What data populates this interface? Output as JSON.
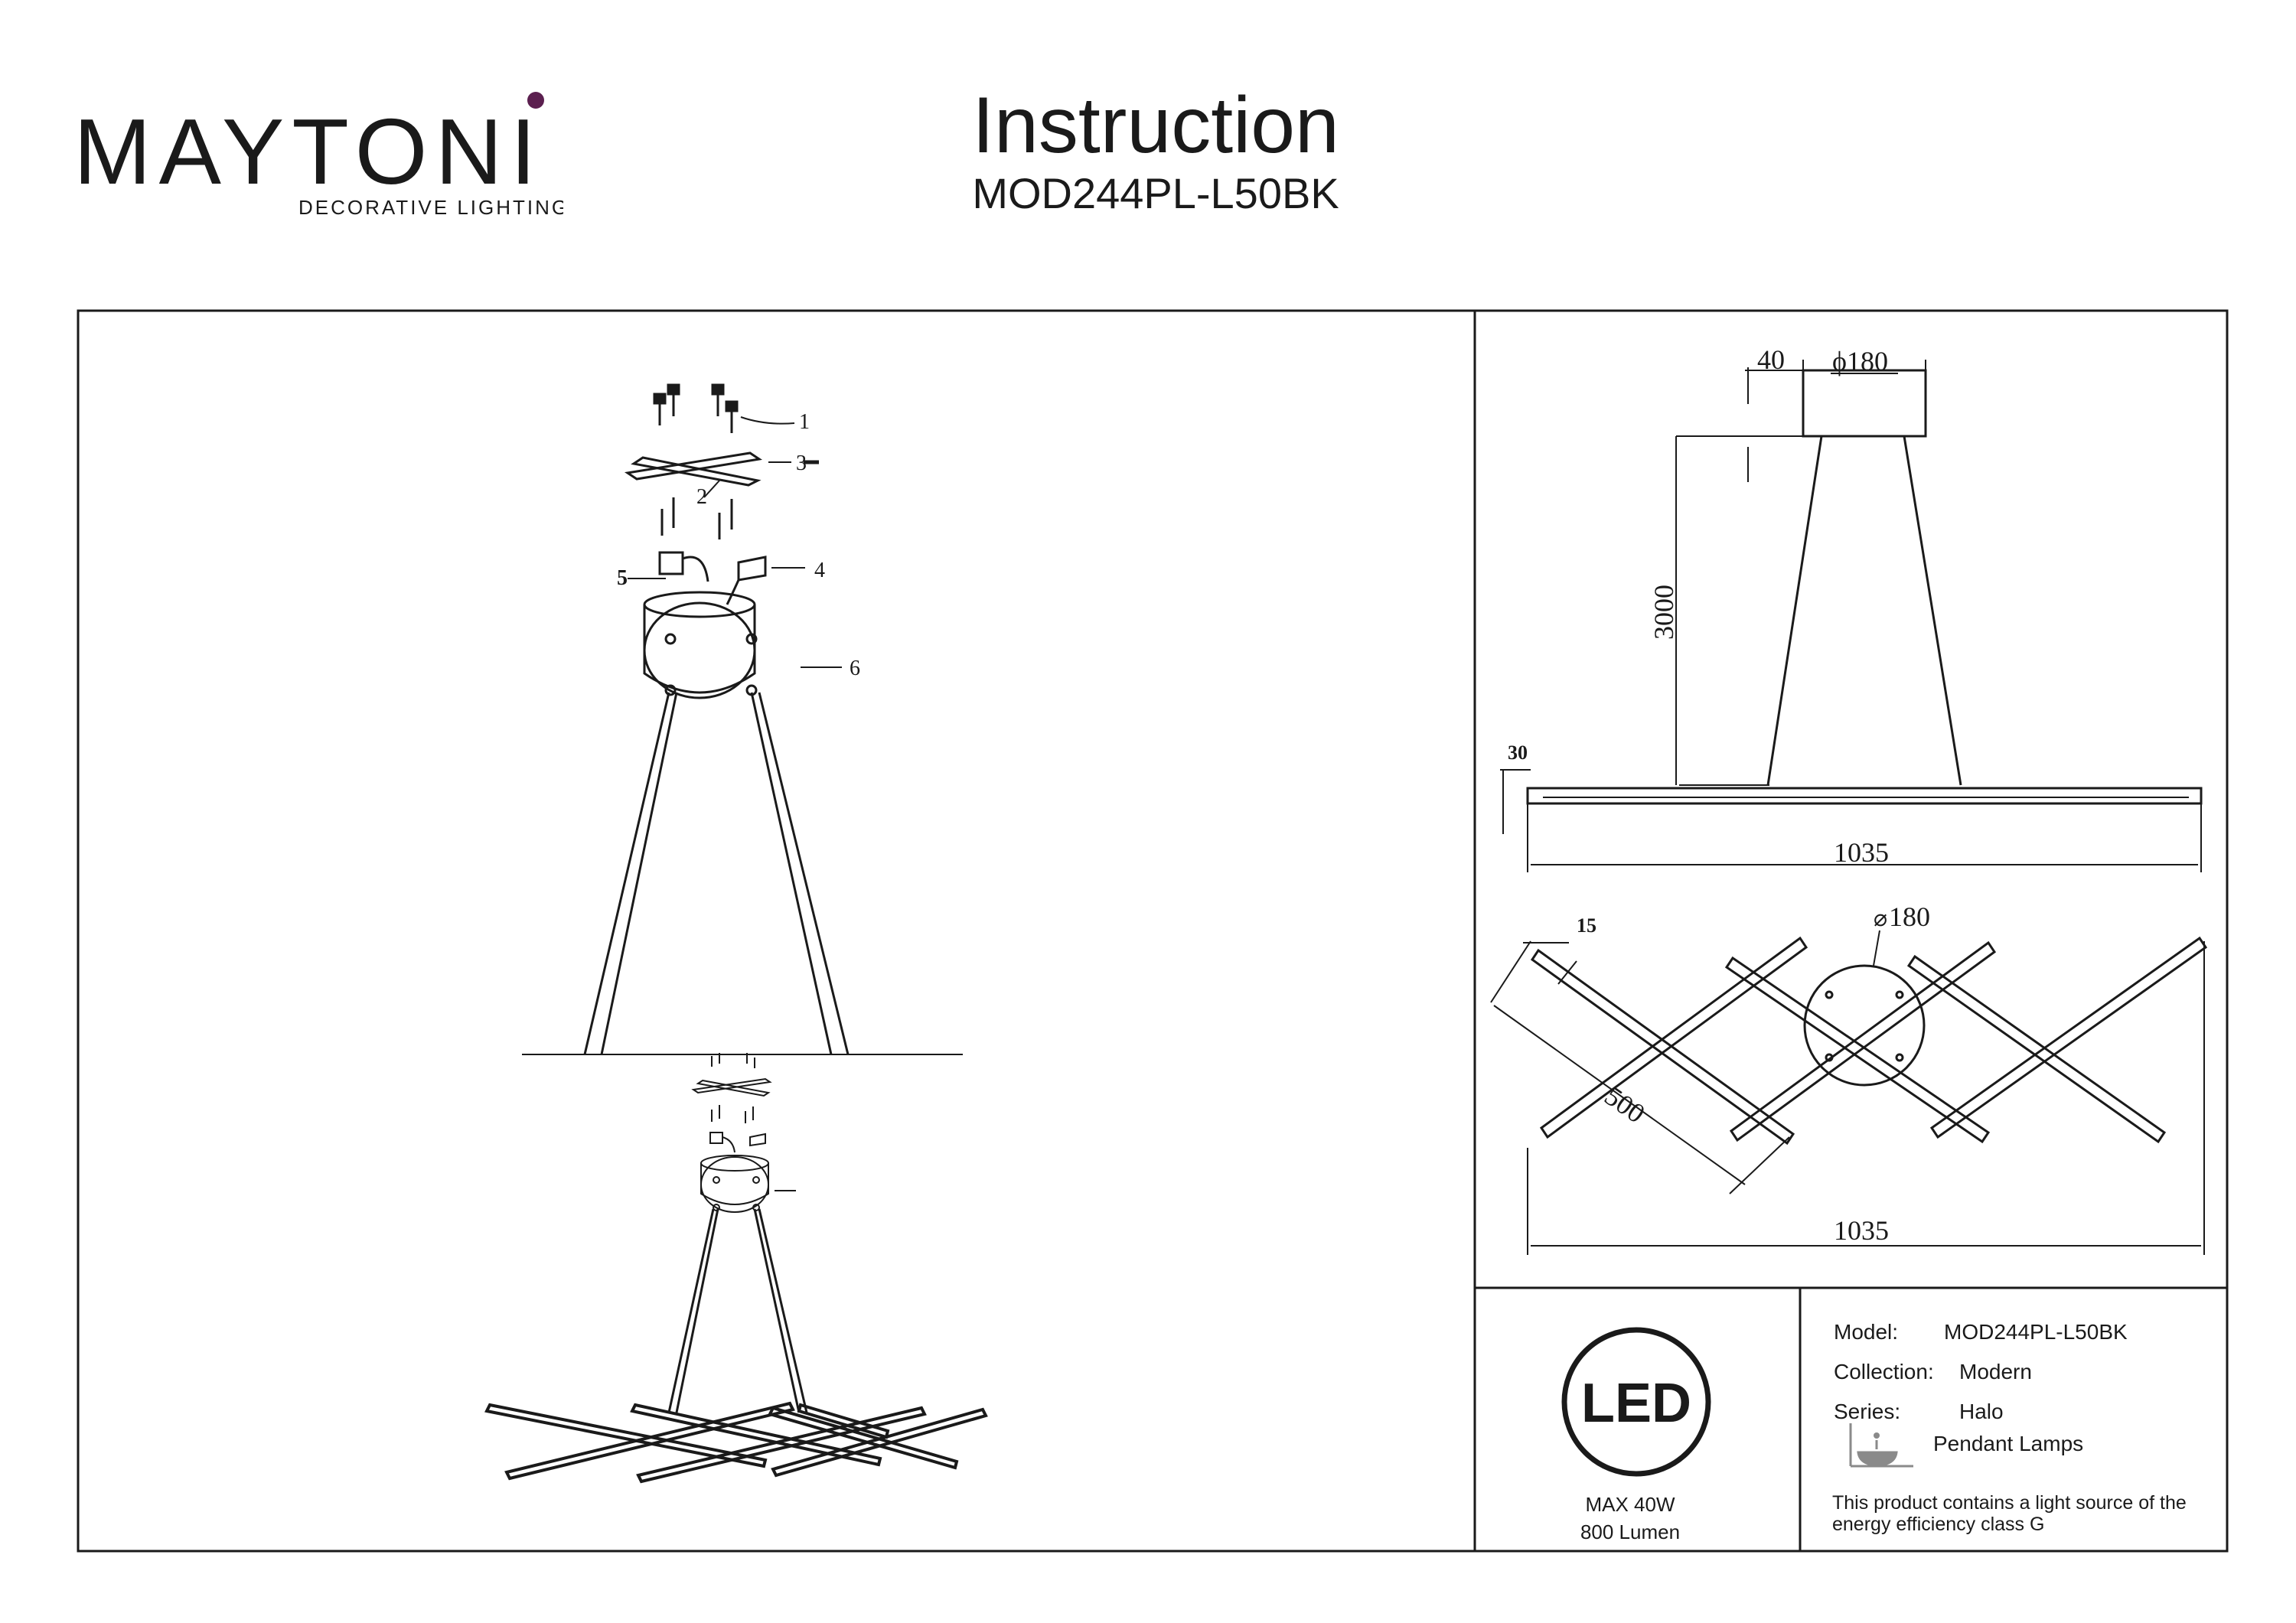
{
  "header": {
    "brand": "MAYTONI",
    "brand_tagline": "DECORATIVE LIGHTING",
    "title": "Instruction",
    "model_code": "MOD244PL-L50BK"
  },
  "assembly": {
    "callouts": [
      "1",
      "2",
      "3",
      "4",
      "5",
      "6"
    ]
  },
  "dimensions": {
    "canopy_height": "40",
    "canopy_diameter": "ϕ180",
    "cable_length": "3000",
    "bar_height": "30",
    "width_side": "1035",
    "bar_width": "15",
    "bar_length": "500",
    "canopy_diameter_top": "180",
    "width_top": "1035"
  },
  "led": {
    "badge": "LED",
    "power": "MAX 40W",
    "lumen": "800 Lumen"
  },
  "spec": {
    "model_label": "Model:",
    "model_value": "MOD244PL-L50BK",
    "collection_label": "Collection:",
    "collection_value": "Modern",
    "series_label": "Series:",
    "series_value": "Halo",
    "type_value": "Pendant Lamps",
    "energy_note": "This product contains a light source of the energy efficiency class G"
  },
  "colors": {
    "ink": "#1a1a1a",
    "brand_accent": "#5b1f4f"
  },
  "icons": [
    "pendant-lamp-icon",
    "led-badge-icon",
    "screw-icon",
    "bracket-icon",
    "connector-icon"
  ]
}
